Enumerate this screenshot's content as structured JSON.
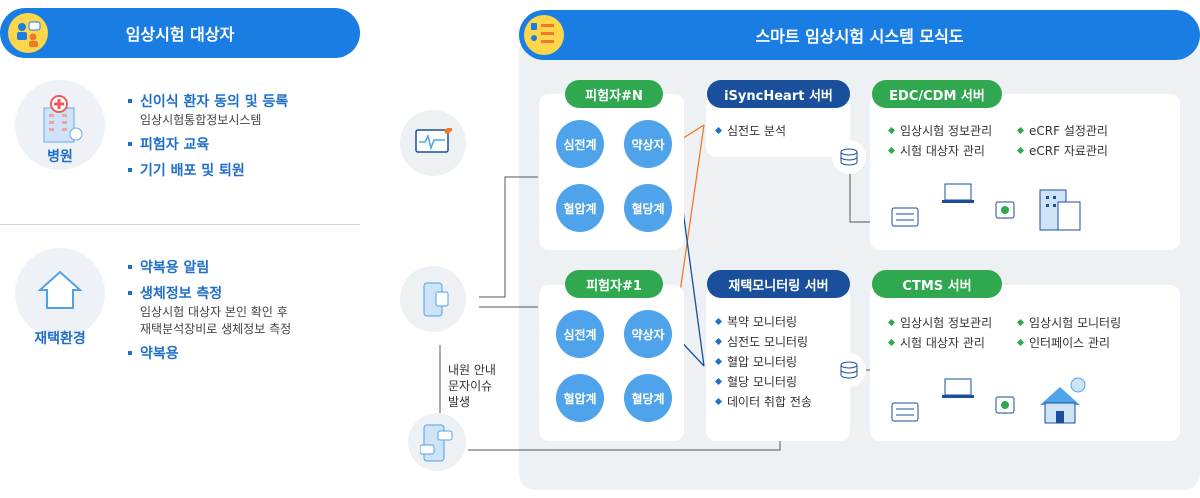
{
  "left": {
    "title": "임상시험 대상자",
    "hospital": {
      "label": "병원",
      "items": [
        {
          "title": "신이식 환자 동의 및 등록",
          "sub": "임상시험통합정보시스템"
        },
        {
          "title": "피험자 교육",
          "sub": ""
        },
        {
          "title": "기기 배포 및 퇴원",
          "sub": ""
        }
      ]
    },
    "home": {
      "label": "재택환경",
      "items": [
        {
          "title": "약복용 알림",
          "sub": ""
        },
        {
          "title": "생체정보 측정",
          "sub": "임상시험 대상자 본인 확인 후"
        },
        {
          "title": "",
          "sub": "재택분석장비로 생체정보 측정"
        },
        {
          "title": "약복용",
          "sub": ""
        }
      ]
    }
  },
  "right": {
    "title": "스마트 임상시험 시스템 모식도",
    "note": [
      "내원 안내",
      "문자이슈",
      "발생"
    ],
    "subjects": [
      {
        "label": "피험자#N",
        "nodes": [
          "심전계",
          "약상자",
          "혈압계",
          "혈당계"
        ]
      },
      {
        "label": "피험자#1",
        "nodes": [
          "심전계",
          "약상자",
          "혈압계",
          "혈당계"
        ]
      }
    ],
    "servers": {
      "isync": {
        "label": "iSyncHeart 서버",
        "items": [
          "심전도 분석"
        ]
      },
      "home": {
        "label": "재택모니터링 서버",
        "items": [
          "복약 모니터링",
          "심전도 모니터링",
          "혈압 모니터링",
          "혈당 모니터링",
          "데이터 취합 전송"
        ]
      },
      "edc": {
        "label": "EDC/CDM 서버",
        "col1": [
          "임상시험 정보관리",
          "시험 대상자 관리"
        ],
        "col2": [
          "eCRF 설정관리",
          "eCRF 자료관리"
        ]
      },
      "ctms": {
        "label": "CTMS 서버",
        "col1": [
          "임상시험 정보관리",
          "시험 대상자 관리"
        ],
        "col2": [
          "임상시험 모니터링",
          "인터페이스 관리"
        ]
      }
    }
  },
  "colors": {
    "blue": "#1a7de3",
    "navy": "#1a4f9c",
    "green": "#2fa84f",
    "node": "#4ea3ea",
    "orange": "#f07a2a"
  }
}
